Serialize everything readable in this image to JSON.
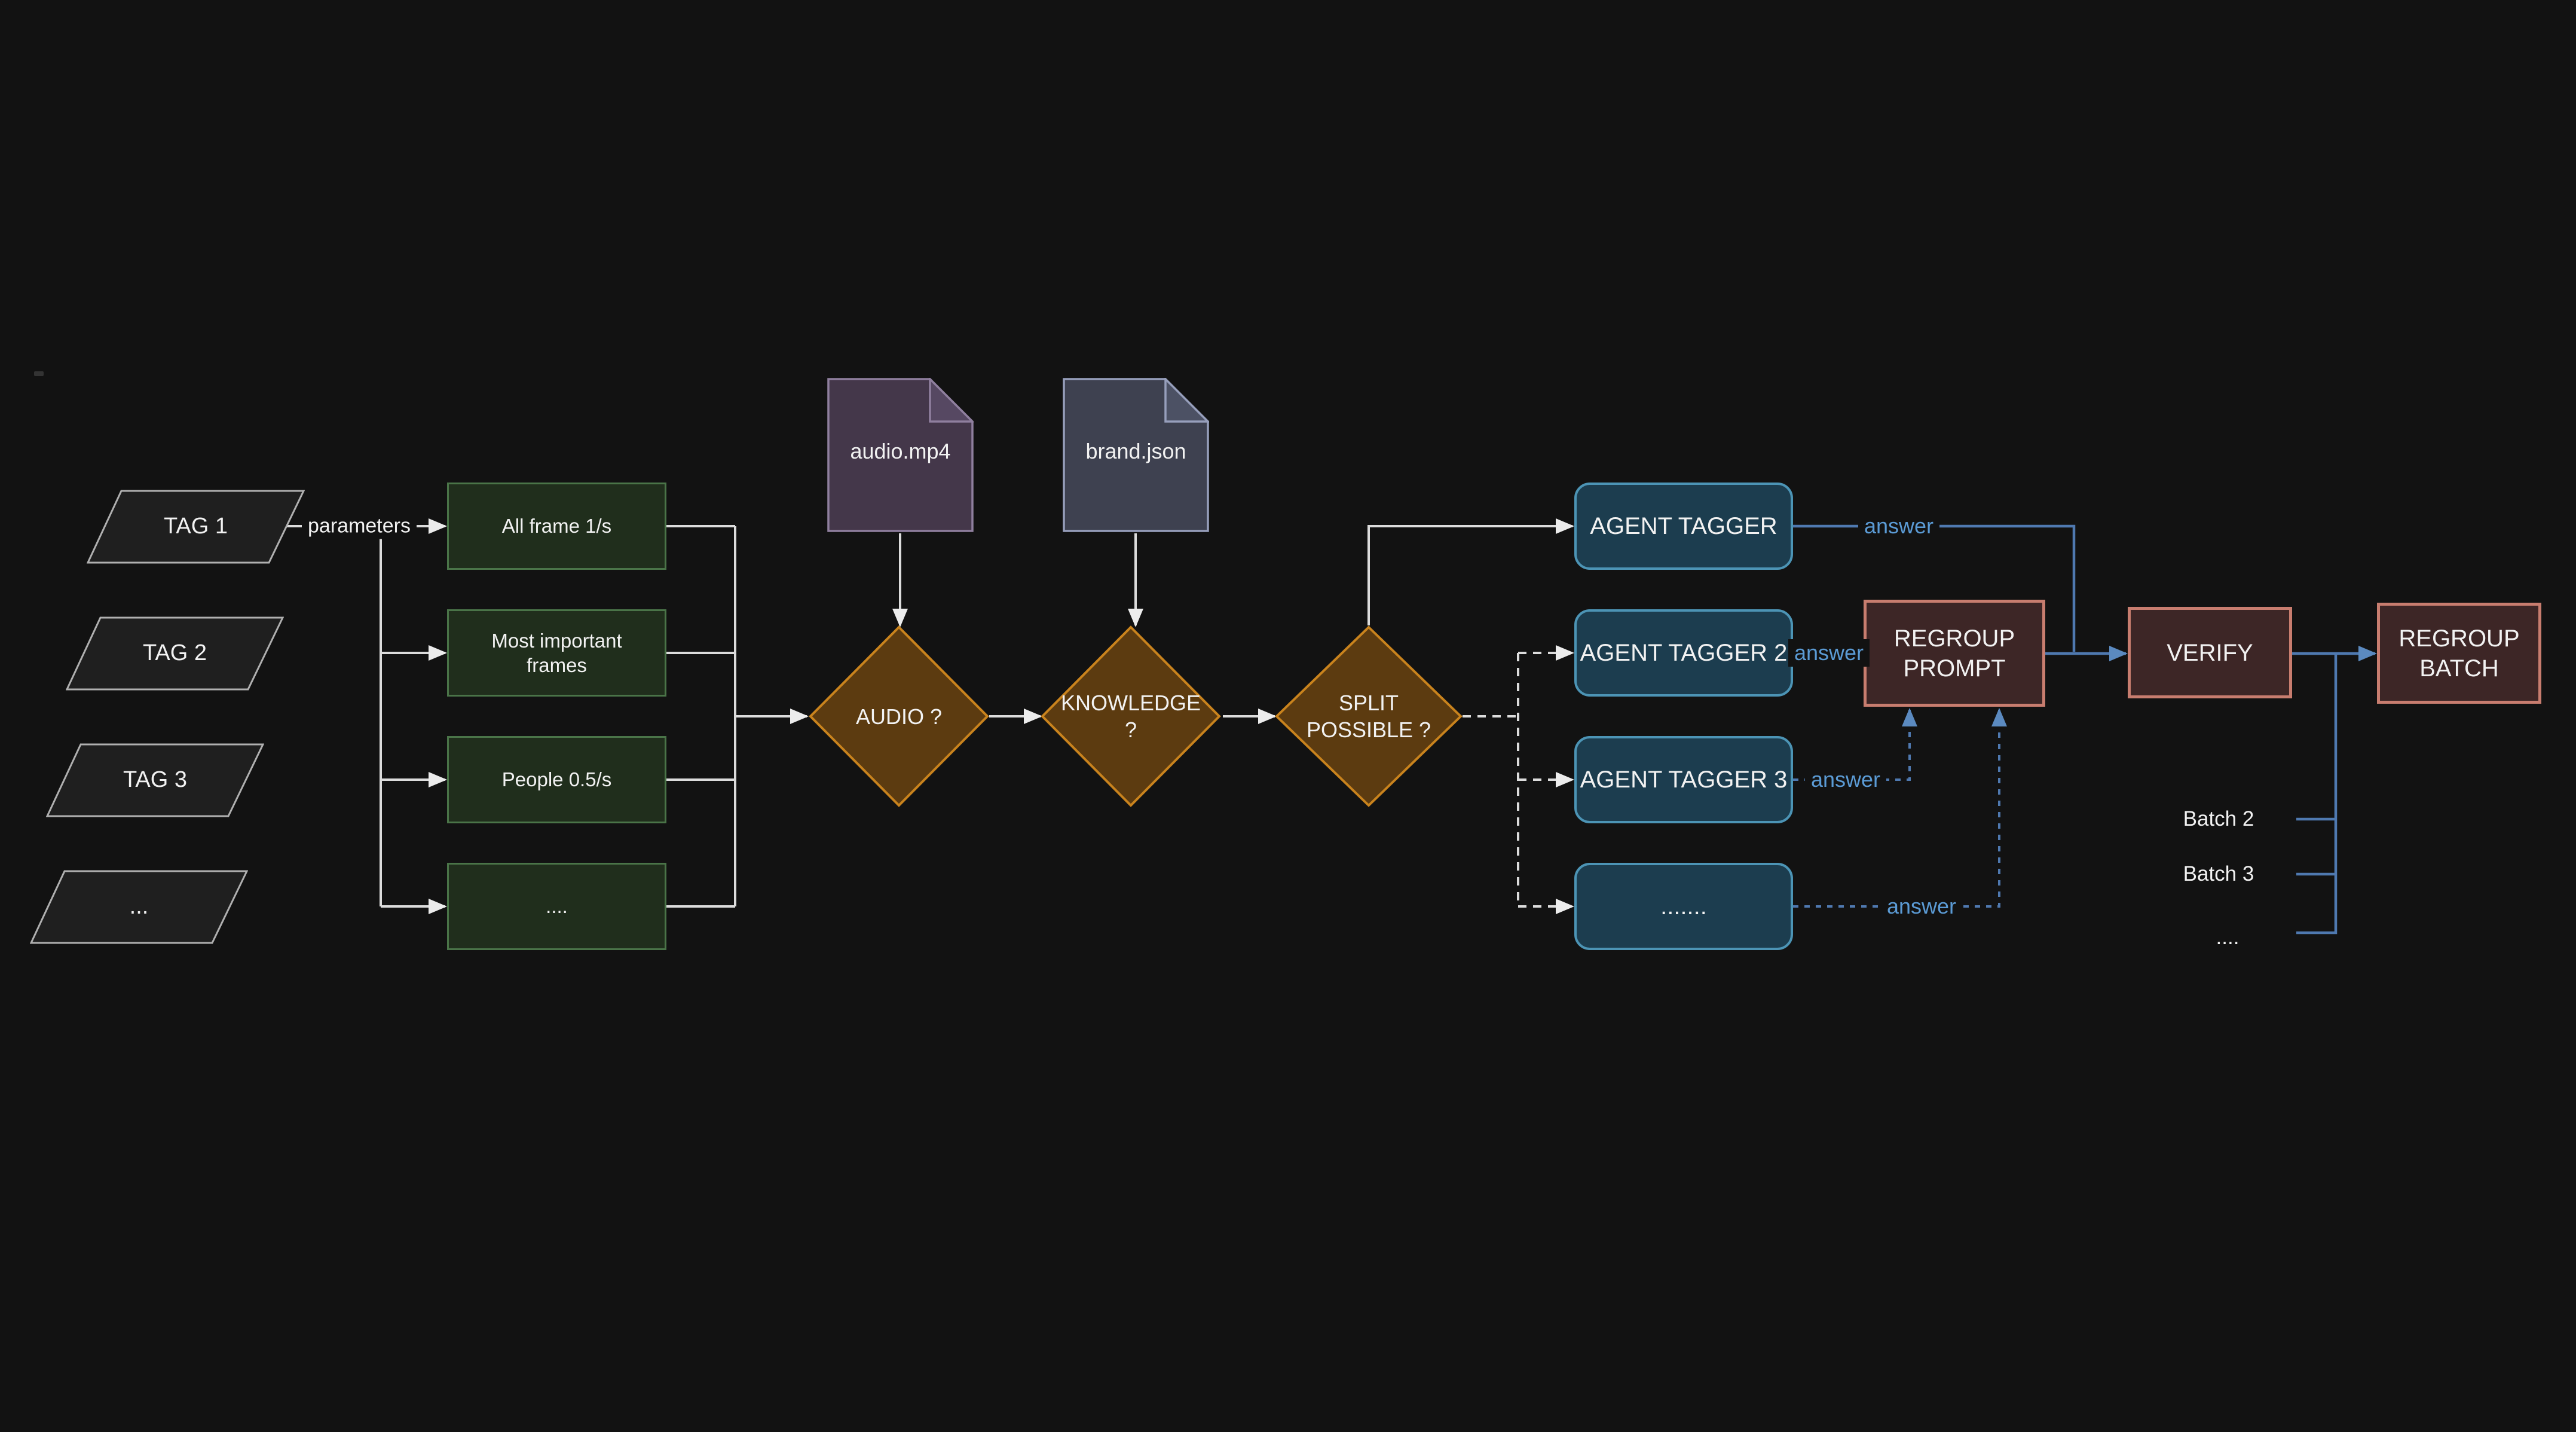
{
  "colors": {
    "background": "#121212",
    "white_line": "#dcdcdc",
    "tag_fill": "#1f1f1f",
    "tag_border": "#b0b0b0",
    "frame_fill": "#202e1c",
    "frame_border": "#4a7448",
    "audio_doc_fill": "#44374a",
    "audio_doc_border": "#8f7f9e",
    "brand_doc_fill": "#3e4150",
    "brand_doc_border": "#979fbc",
    "decision_fill": "#5c3b10",
    "decision_border": "#c9831d",
    "tagger_fill": "#1c3d4f",
    "tagger_border": "#4c94b5",
    "stage_fill": "#3d2626",
    "stage_border": "#c87d6f",
    "answer_line": "#4f79b0",
    "answer_text": "#5b9bd5"
  },
  "nodes": {
    "tags": [
      {
        "label": "TAG 1"
      },
      {
        "label": "TAG 2"
      },
      {
        "label": "TAG 3"
      },
      {
        "label": "..."
      }
    ],
    "frame_options": [
      {
        "label": "All frame 1/s"
      },
      {
        "label": "Most important frames"
      },
      {
        "label": "People 0.5/s"
      },
      {
        "label": "...."
      }
    ],
    "documents": [
      {
        "label": "audio.mp4"
      },
      {
        "label": "brand.json"
      }
    ],
    "decisions": [
      {
        "label": "AUDIO ?"
      },
      {
        "label": "KNOWLEDGE\n?"
      },
      {
        "label": "SPLIT\nPOSSIBLE ?"
      }
    ],
    "taggers": [
      {
        "label": "AGENT TAGGER"
      },
      {
        "label": "AGENT TAGGER 2"
      },
      {
        "label": "AGENT TAGGER 3"
      },
      {
        "label": "......."
      }
    ],
    "regroup_prompt": {
      "label": "REGROUP\nPROMPT"
    },
    "verify": {
      "label": "VERIFY"
    },
    "regroup_batch": {
      "label": "REGROUP\nBATCH"
    }
  },
  "edge_labels": {
    "parameters": "parameters",
    "answers": [
      "answer",
      "answer",
      "answer",
      "answer"
    ]
  },
  "batches": [
    {
      "label": "Batch 2"
    },
    {
      "label": "Batch 3"
    },
    {
      "label": "...."
    }
  ]
}
